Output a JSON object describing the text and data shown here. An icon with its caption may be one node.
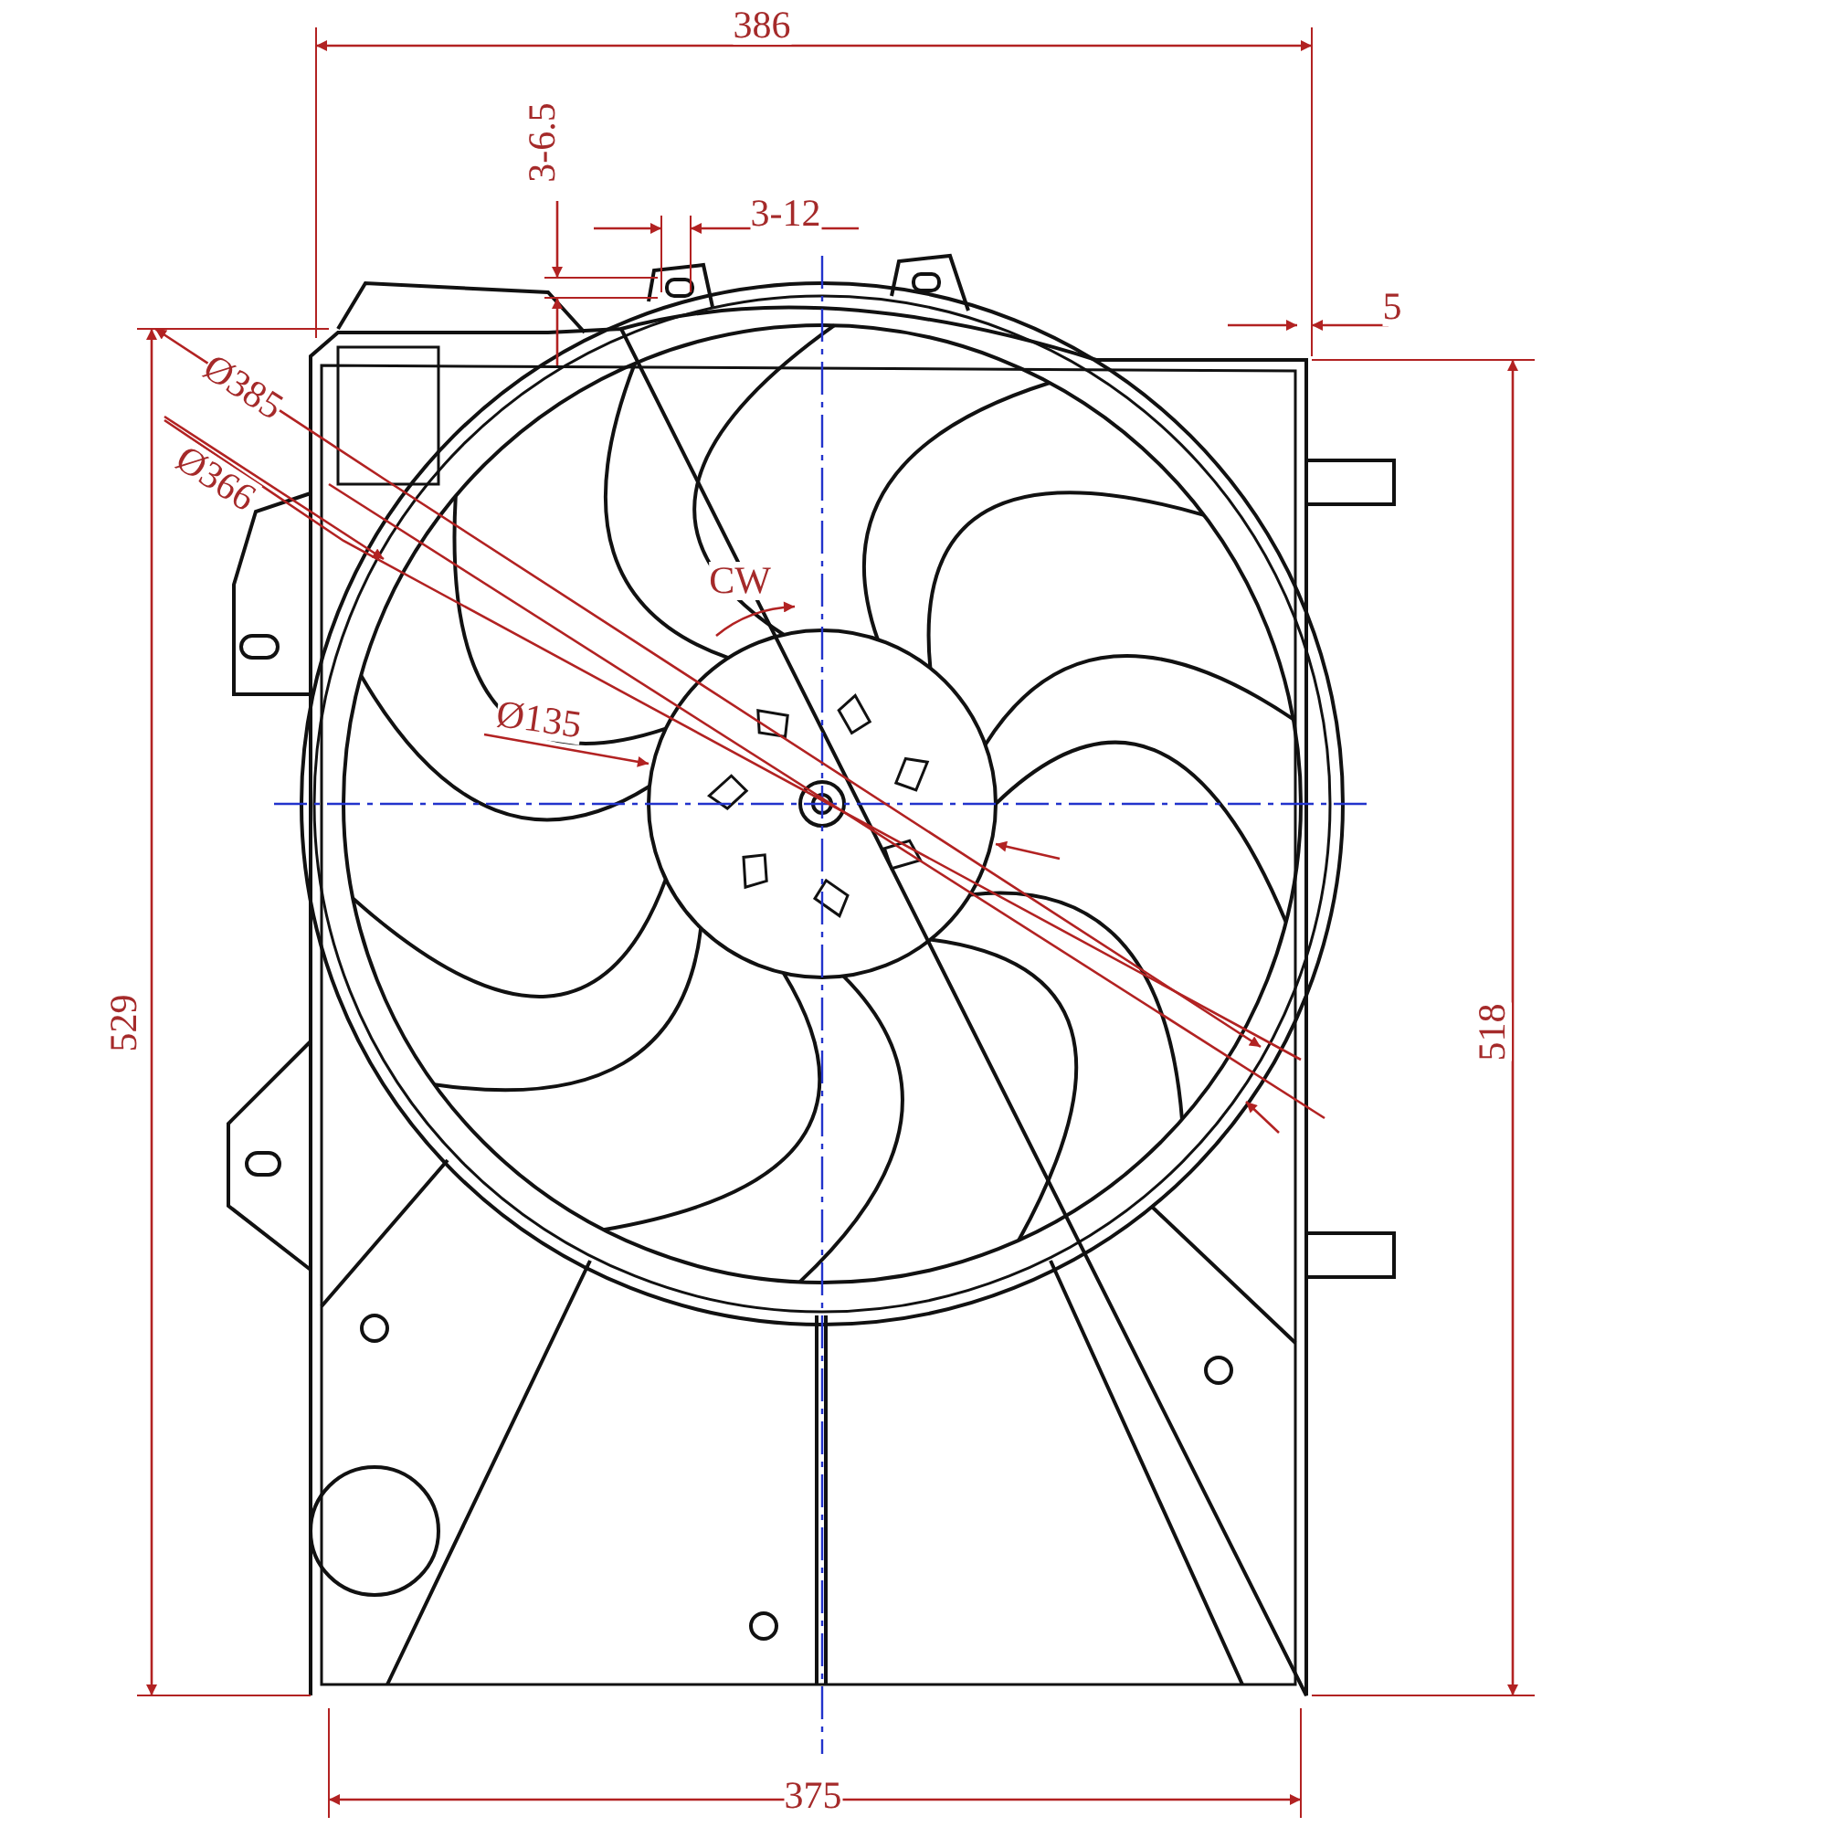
{
  "diagram": {
    "labels": [
      "386",
      "3-6.5",
      "3-12",
      "5",
      "Ø385",
      "Ø366",
      "CW",
      "Ø135",
      "529",
      "518",
      "375"
    ]
  }
}
